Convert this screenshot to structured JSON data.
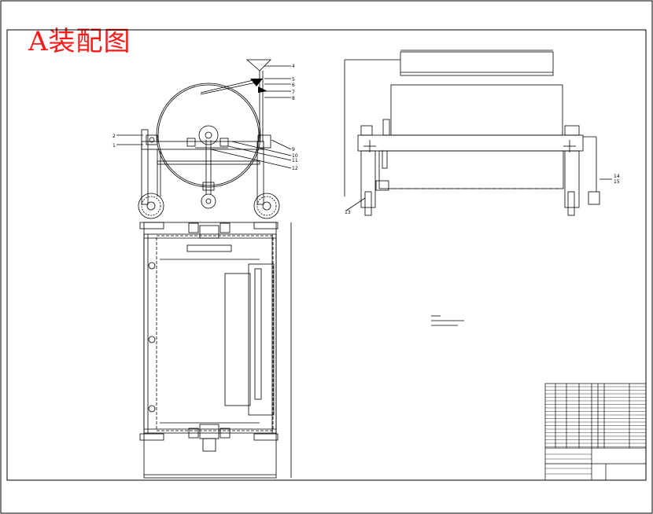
{
  "title": "A装配图",
  "part_numbers": {
    "top_right": [
      "4",
      "5",
      "6",
      "7",
      "8",
      "9",
      "10",
      "11",
      "12"
    ],
    "left": [
      "2",
      "1"
    ],
    "side_view": [
      "13",
      "14",
      "15"
    ]
  },
  "colors": {
    "title": "#ff1a1a",
    "line": "#000000",
    "background": "#ffffff"
  }
}
